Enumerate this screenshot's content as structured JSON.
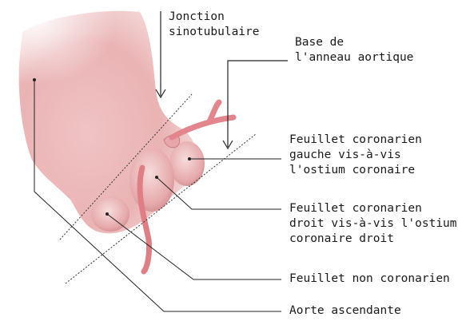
{
  "labels": {
    "jonction": "Jonction\nsinotubulaire",
    "base": "Base de\nl'anneau aortique",
    "feuillet_gauche": "Feuillet coronarien\ngauche vis-à-vis\nl'ostium coronaire",
    "feuillet_droit": "Feuillet coronarien\ndroit vis-à-vis l'ostium\ncoronaire droit",
    "feuillet_non": "Feuillet non coronarien",
    "aorte": "Aorte ascendante"
  },
  "colors": {
    "tissue_light": "#f6dada",
    "tissue_mid": "#eab5b6",
    "tissue_dark": "#c97d84",
    "vessel": "#e2858d",
    "leader": "#222222"
  }
}
